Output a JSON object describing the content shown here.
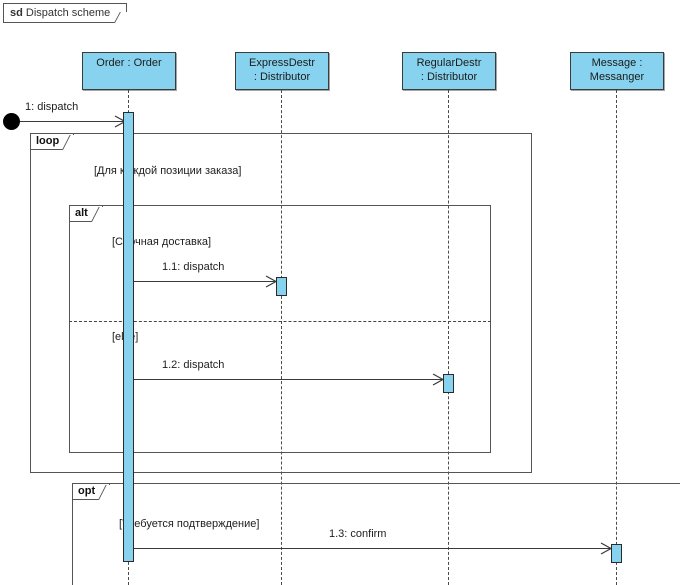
{
  "diagram": {
    "kind_keyword": "sd",
    "title": "Dispatch scheme",
    "colors": {
      "lifeline_fill": "#87d3ef",
      "lifeline_border": "#3b3b3b",
      "line": "#3a3a3a",
      "frame_border": "#555555",
      "background": "#ffffff"
    }
  },
  "lifelines": [
    {
      "id": "order",
      "line1": "Order : Order",
      "line2": ""
    },
    {
      "id": "expressdestr",
      "line1": "ExpressDestr",
      "line2": ": Distributor"
    },
    {
      "id": "regulardestr",
      "line1": "RegularDestr",
      "line2": ": Distributor"
    },
    {
      "id": "messenger",
      "line1": "Message :",
      "line2": "Messanger"
    }
  ],
  "messages": [
    {
      "id": "m1",
      "label": "1: dispatch",
      "from": "found",
      "to": "order"
    },
    {
      "id": "m11",
      "label": "1.1: dispatch",
      "from": "order",
      "to": "expressdestr"
    },
    {
      "id": "m12",
      "label": "1.2: dispatch",
      "from": "order",
      "to": "regulardestr"
    },
    {
      "id": "m13",
      "label": "1.3: confirm",
      "from": "order",
      "to": "messenger"
    }
  ],
  "fragments": [
    {
      "id": "loop",
      "operator": "loop",
      "guards": [
        "[Для каждой позиции заказа]"
      ]
    },
    {
      "id": "alt",
      "operator": "alt",
      "guards": [
        "[Срочная доставка]",
        "[else]"
      ]
    },
    {
      "id": "opt",
      "operator": "opt",
      "guards": [
        "[Требуется подтверждение]"
      ]
    }
  ]
}
